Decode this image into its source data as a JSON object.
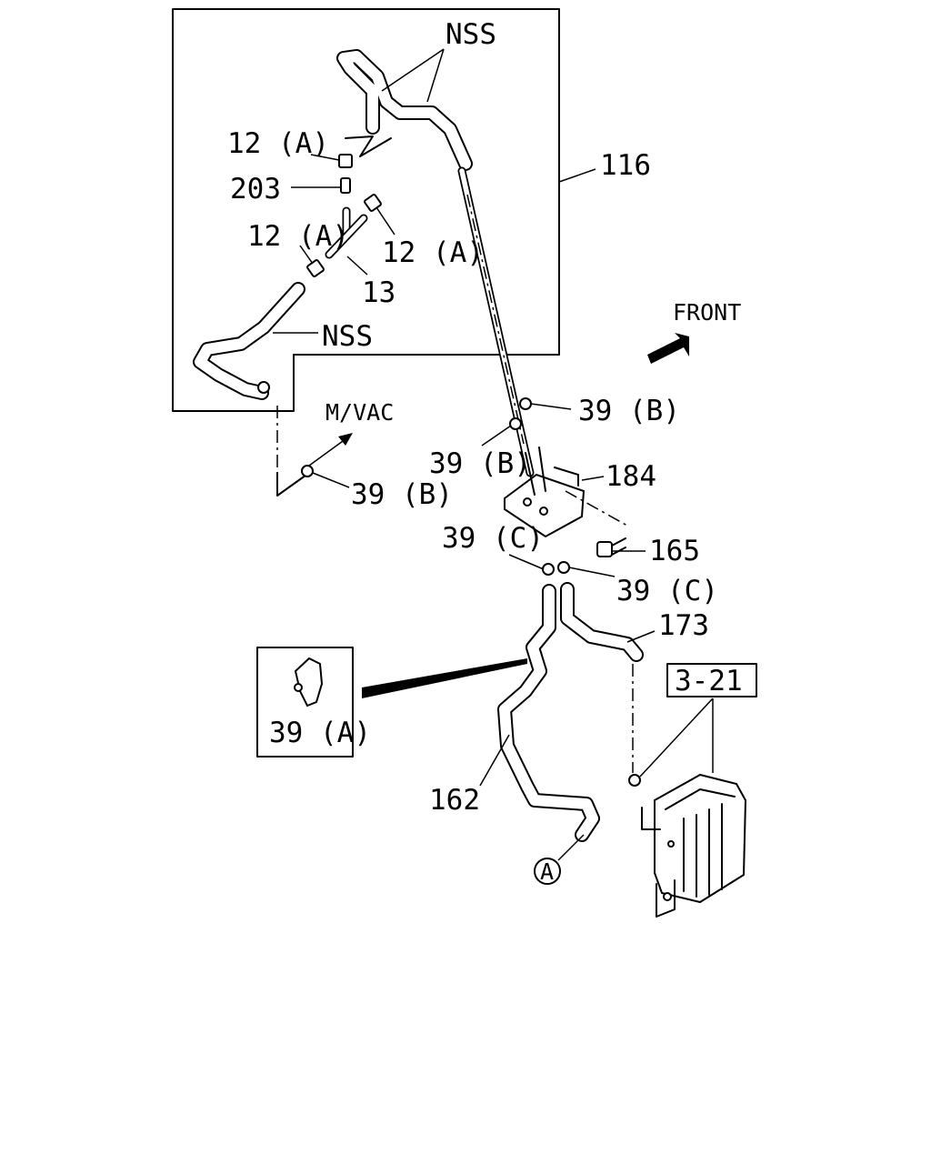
{
  "labels": {
    "nss_top": "NSS",
    "nss_mid": "NSS",
    "p116": "116",
    "p12a_1": "12 (A)",
    "p12a_2": "12 (A)",
    "p12a_3": "12 (A)",
    "p203": "203",
    "p13": "13",
    "front": "FRONT",
    "mvac": "M/VAC",
    "p39b_1": "39 (B)",
    "p39b_2": "39 (B)",
    "p39b_3": "39 (B)",
    "p184": "184",
    "p39c_1": "39 (C)",
    "p39c_2": "39 (C)",
    "p165": "165",
    "p173": "173",
    "ref_321": "3-21",
    "p39a": "39 (A)",
    "p162": "162",
    "marker_a": "A"
  },
  "icons": {
    "front_arrow": "front-direction-arrow-icon",
    "mvac_arrow": "mvac-direction-arrow-icon",
    "callout": "circled-letter-a-icon"
  },
  "colors": {
    "line": "#000000",
    "background": "#ffffff"
  }
}
